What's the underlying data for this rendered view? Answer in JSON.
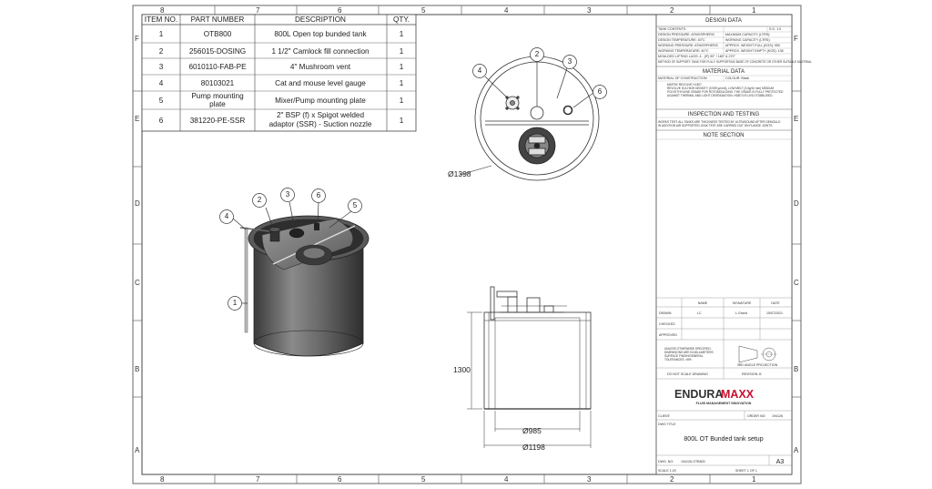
{
  "zones": {
    "cols": [
      "8",
      "7",
      "6",
      "5",
      "4",
      "3",
      "2",
      "1"
    ],
    "rows": [
      "F",
      "E",
      "D",
      "C",
      "B",
      "A"
    ]
  },
  "bom": {
    "headers": [
      "ITEM NO.",
      "PART NUMBER",
      "DESCRIPTION",
      "QTY."
    ],
    "rows": [
      {
        "item": "1",
        "part": "OTB800",
        "desc": "800L Open top bunded tank",
        "desc2": "",
        "qty": "1"
      },
      {
        "item": "2",
        "part": "256015-DOSING",
        "desc": "1 1/2\" Camlock fill connection",
        "desc2": "",
        "qty": "1"
      },
      {
        "item": "3",
        "part": "6010110-FAB-PE",
        "desc": "4\" Mushroom vent",
        "desc2": "",
        "qty": "1"
      },
      {
        "item": "4",
        "part": "80103021",
        "desc": "Cat and mouse level gauge",
        "desc2": "",
        "qty": "1"
      },
      {
        "item": "5",
        "part": "Pump mounting",
        "part2": "plate",
        "desc": "Mixer/Pump mounting plate",
        "desc2": "",
        "qty": "1"
      },
      {
        "item": "6",
        "part": "381220-PE-SSR",
        "desc": "2\" BSP (f) x Spigot welded",
        "desc2": "adaptor (SSR) - Suction nozzle",
        "qty": "1"
      }
    ]
  },
  "balloons": {
    "top_view": [
      "4",
      "2",
      "3",
      "6"
    ],
    "iso_view": [
      "2",
      "3",
      "6",
      "5",
      "4",
      "1"
    ]
  },
  "dimensions": {
    "top_diameter": "Ø1398",
    "height": "1300",
    "inner_diameter": "Ø985",
    "outer_diameter": "Ø1198"
  },
  "title_block": {
    "design_data_title": "DESIGN DATA",
    "design_rows": [
      [
        "TANK CONTENTS:",
        "",
        "S.G. 1.0"
      ],
      [
        "DESIGN PRESSURE: ATMOSPHERIC",
        "MAXIMUM CAPACITY (LTRS):",
        ""
      ],
      [
        "DESIGN TEMPERATURE: 40°C",
        "WORKING CAPACITY (LTRS):",
        ""
      ],
      [
        "WORKING PRESSURE: ATMOSPHERIC",
        "APPROX. WEIGHT FULL (KGS): 950",
        ""
      ],
      [
        "WORKING TEMPERATURE: 40°C",
        "APPROX. WEIGHT EMPTY (KGS): 138",
        ""
      ],
      [
        "MOULDED LIFTING LUGS: 4 - (IF) 90° / 180° & 270°",
        "",
        ""
      ]
    ],
    "design_note": "METHOD OF SUPPORT: TANK FOR FULLY SUPPORTING BASE OF CONCRETE OR OTHER SUITABLE MATERIAL",
    "material_title": "MATERIAL DATA",
    "material_row": [
      "MATERIAL OF CONSTRUCTION:",
      "COLOUR: Black"
    ],
    "material_note1": "MATRIX REVOLVE HI 807.",
    "material_note2": "REVOLVE IS A HIGH DENSITY (0.939 g/cm3), LOW MELT (3.5g/10 min) MEDIUM",
    "material_note3": "POLYETHYLENE GRADE FOR ROTOMOULDING. THE GRADE IS FULLY PROTECTED",
    "material_note4": "AGAINST THERMAL AND LIGHT DEGRADATION. HDB73 IS UV10 STABILISED.",
    "inspection_title": "INSPECTION AND TESTING",
    "inspection_note1": "WORKS TEST: ALL TANKS ARE THICKNESS TESTED BY ULTRASOUND AFTER DEMOULD",
    "inspection_note2": "IN ADDITION AIR SUPPORTED LEAK TEST ARE CARRIED OUT ON FLANGE JOINTS.",
    "note_title": "NOTE SECTION",
    "sig_headers": [
      "NAME",
      "SIGNATURE",
      "DATE"
    ],
    "sig_rows": [
      {
        "label": "DRAWN",
        "name": "LC",
        "sig": "L.Grand",
        "date": "15/07/2021"
      },
      {
        "label": "CHECKED",
        "name": "",
        "sig": "",
        "date": ""
      },
      {
        "label": "APPROVED",
        "name": "",
        "sig": "",
        "date": ""
      }
    ],
    "tolerance1": "UNLESS OTHERWISE SPECIFIED:",
    "tolerance2": "DIMENSIONS ARE IN MILLIMETERS",
    "tolerance3": "SURFACE FINISH/GENERAL",
    "tolerance4": "TOLERANCES: ±5%",
    "projection": "3RD ANGLE PROJECTION",
    "do_not_scale": "DO NOT SCALE DRAWING",
    "revision": "REVISION:  B",
    "brand_a": "ENDURA",
    "brand_b": "MAXX",
    "brand_tag": "FLUID MANAGEMENT INNOVATION",
    "client_label": "CLIENT:",
    "order_label": "ORDER NO:",
    "order_value": "194126",
    "dwg_title_label": "DWG TITLE",
    "dwg_title": "800L OT Bunded tank setup",
    "dwg_no_label": "DWG. NO:",
    "dwg_no": "194126-OTB800",
    "size": "A3",
    "scale": "SCALE 1:20",
    "sheet": "SHEET 1 OF 1"
  },
  "colors": {
    "line": "#333333",
    "tank_dark": "#4a4a4a",
    "tank_mid": "#7a7a7a",
    "brand_red": "#c8102e"
  }
}
